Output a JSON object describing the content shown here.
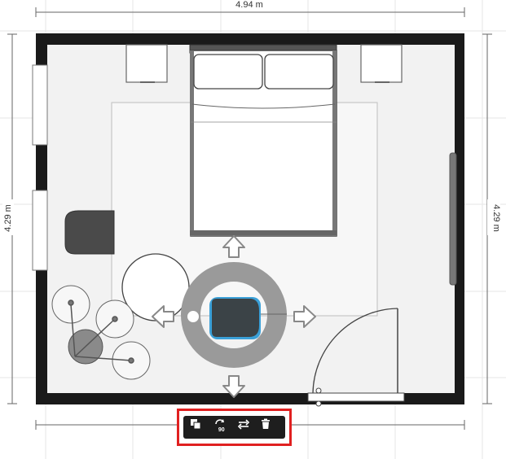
{
  "dimensions": {
    "width_label": "4.94 m",
    "height_label_left": "4.29 m",
    "height_label_right": "4.29 m"
  },
  "toolbar": {
    "buttons": [
      {
        "name": "duplicate-button",
        "icon": "duplicate-icon"
      },
      {
        "name": "rotate-90-button",
        "icon": "rotate-90-icon",
        "label": "90"
      },
      {
        "name": "flip-button",
        "icon": "flip-icon"
      },
      {
        "name": "delete-button",
        "icon": "trash-icon"
      }
    ]
  },
  "colors": {
    "wall": "#1a1a1a",
    "floor": "#f2f2f2",
    "selection_ring": "#9a9a9a",
    "selected_item": "#3b4347",
    "selected_outline": "#3aa0d8",
    "toolbar_bg": "#1e1e1e",
    "highlight": "#e02020"
  }
}
